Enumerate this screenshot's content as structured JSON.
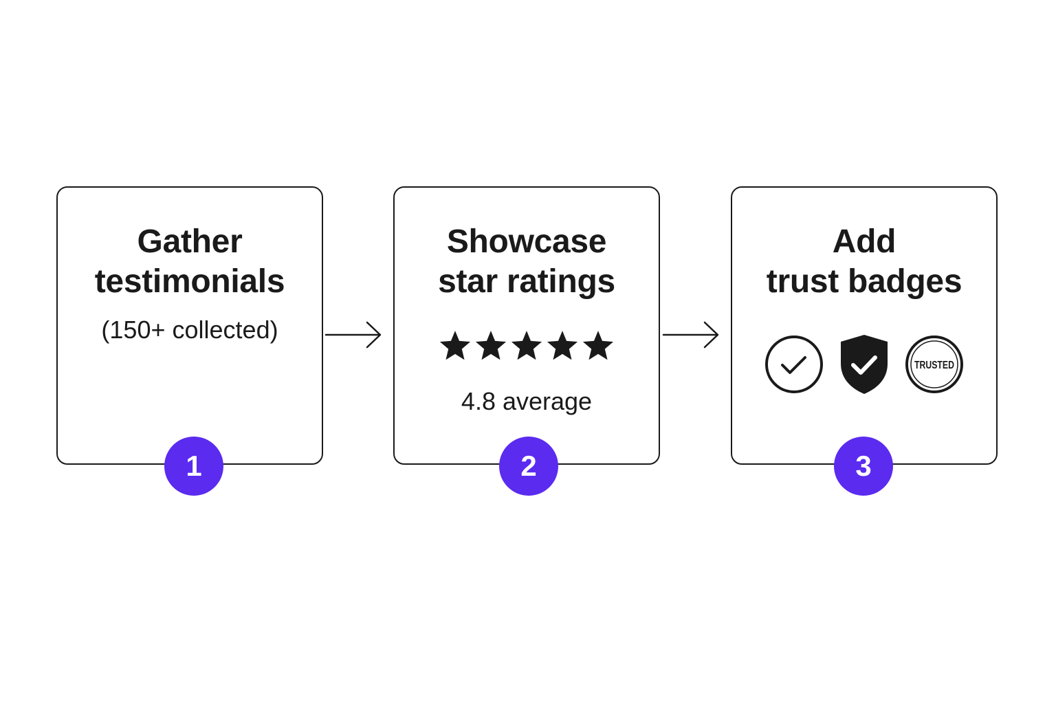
{
  "colors": {
    "accent": "#5b2bf0",
    "ink": "#1a1a1a",
    "background": "#ffffff"
  },
  "steps": [
    {
      "number": "1",
      "title_lines": [
        "Gather",
        "testimonials"
      ],
      "subtitle": "(150+ collected)"
    },
    {
      "number": "2",
      "title_lines": [
        "Showcase",
        "star ratings"
      ],
      "rating": {
        "stars": 5,
        "max": 5,
        "average_label": "4.8 average"
      },
      "icons": [
        "star-icon",
        "star-icon",
        "star-icon",
        "star-icon",
        "star-icon"
      ]
    },
    {
      "number": "3",
      "title_lines": [
        "Add",
        "trust badges"
      ],
      "badges": [
        {
          "icon": "checkmark-circle-icon"
        },
        {
          "icon": "shield-check-icon"
        },
        {
          "icon": "trusted-seal-icon",
          "label": "TRUSTED"
        }
      ]
    }
  ],
  "connectors": [
    "arrow-right-icon",
    "arrow-right-icon"
  ]
}
